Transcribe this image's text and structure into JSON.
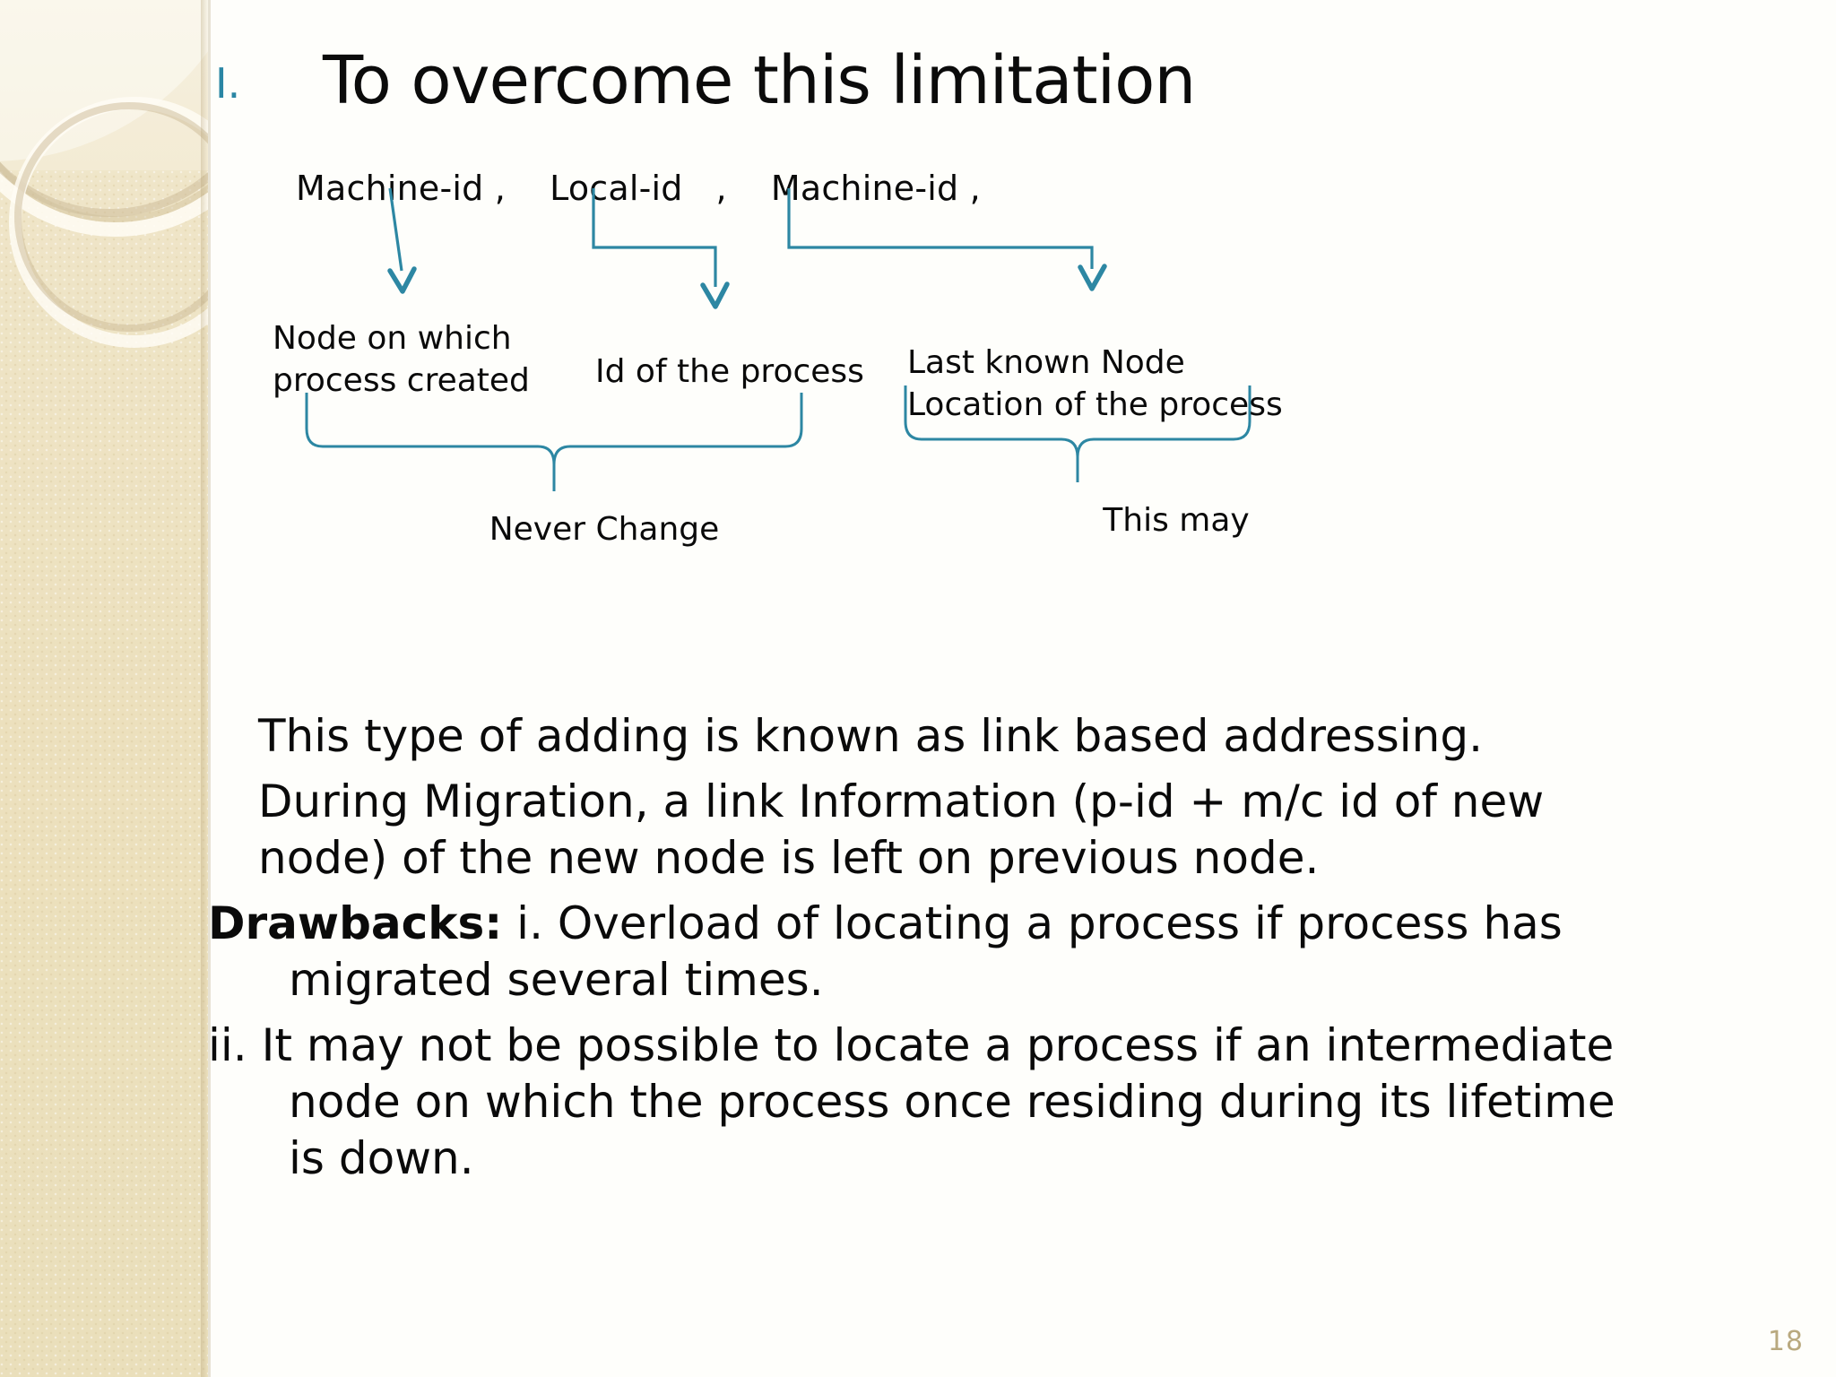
{
  "slide": {
    "title_marker": "I.",
    "title": "To overcome this limitation",
    "page_number": "18",
    "accent_color": "#2a86a4",
    "band_color": "#ecdfbb",
    "page_number_color": "#b9a97f"
  },
  "diagram": {
    "header": "Machine-id ,    Local-id   ,    Machine-id ,",
    "header_parts": [
      "Machine-id ,",
      "Local-id   ,",
      "Machine-id ,"
    ],
    "labels": {
      "node_created": "Node on which\nprocess created",
      "process_id": "Id of the process",
      "last_known": "Last known Node\nLocation of the process",
      "brace_left": "Never Change",
      "brace_right": "This may"
    }
  },
  "body": {
    "p1": "This type of adding is known as link based addressing.",
    "p2_line1": "During Migration, a link Information (p-id + m/c id of new",
    "p2_line2": "node) of the new node is left on previous node.",
    "drawbacks_label": "Drawbacks:",
    "drawback_i_line1": "  i.  Overload of locating a process if process has",
    "drawback_i_line2": "migrated several times.",
    "drawback_ii_line1": "ii.  It may not be possible to locate a process if an intermediate",
    "drawback_ii_line2": "node on which the process once residing during its lifetime",
    "drawback_ii_line3": "is down."
  }
}
